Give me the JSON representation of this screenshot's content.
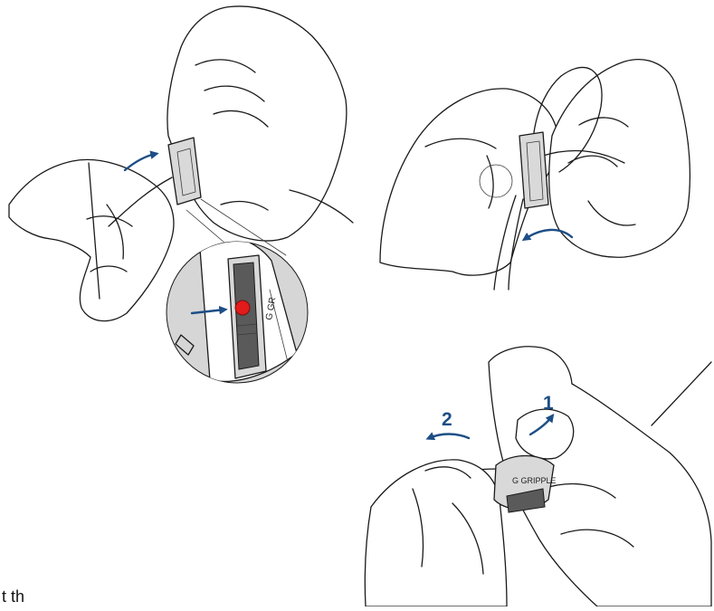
{
  "figure": {
    "steps": [
      {
        "id": "insert",
        "label": ""
      },
      {
        "id": "loop",
        "label": ""
      },
      {
        "id": "release",
        "labels": [
          "1",
          "2"
        ]
      }
    ],
    "detail_callout": "red indicator dot",
    "footer_fragment": "t th"
  },
  "colors": {
    "arrow": "#1d4e86",
    "indicator": "#e21b1b",
    "line": "#1a1a1a",
    "callout_bg": "#d6d6d6"
  },
  "icons": {
    "direction": "curved-arrow-icon",
    "pointer": "straight-arrow-icon"
  }
}
